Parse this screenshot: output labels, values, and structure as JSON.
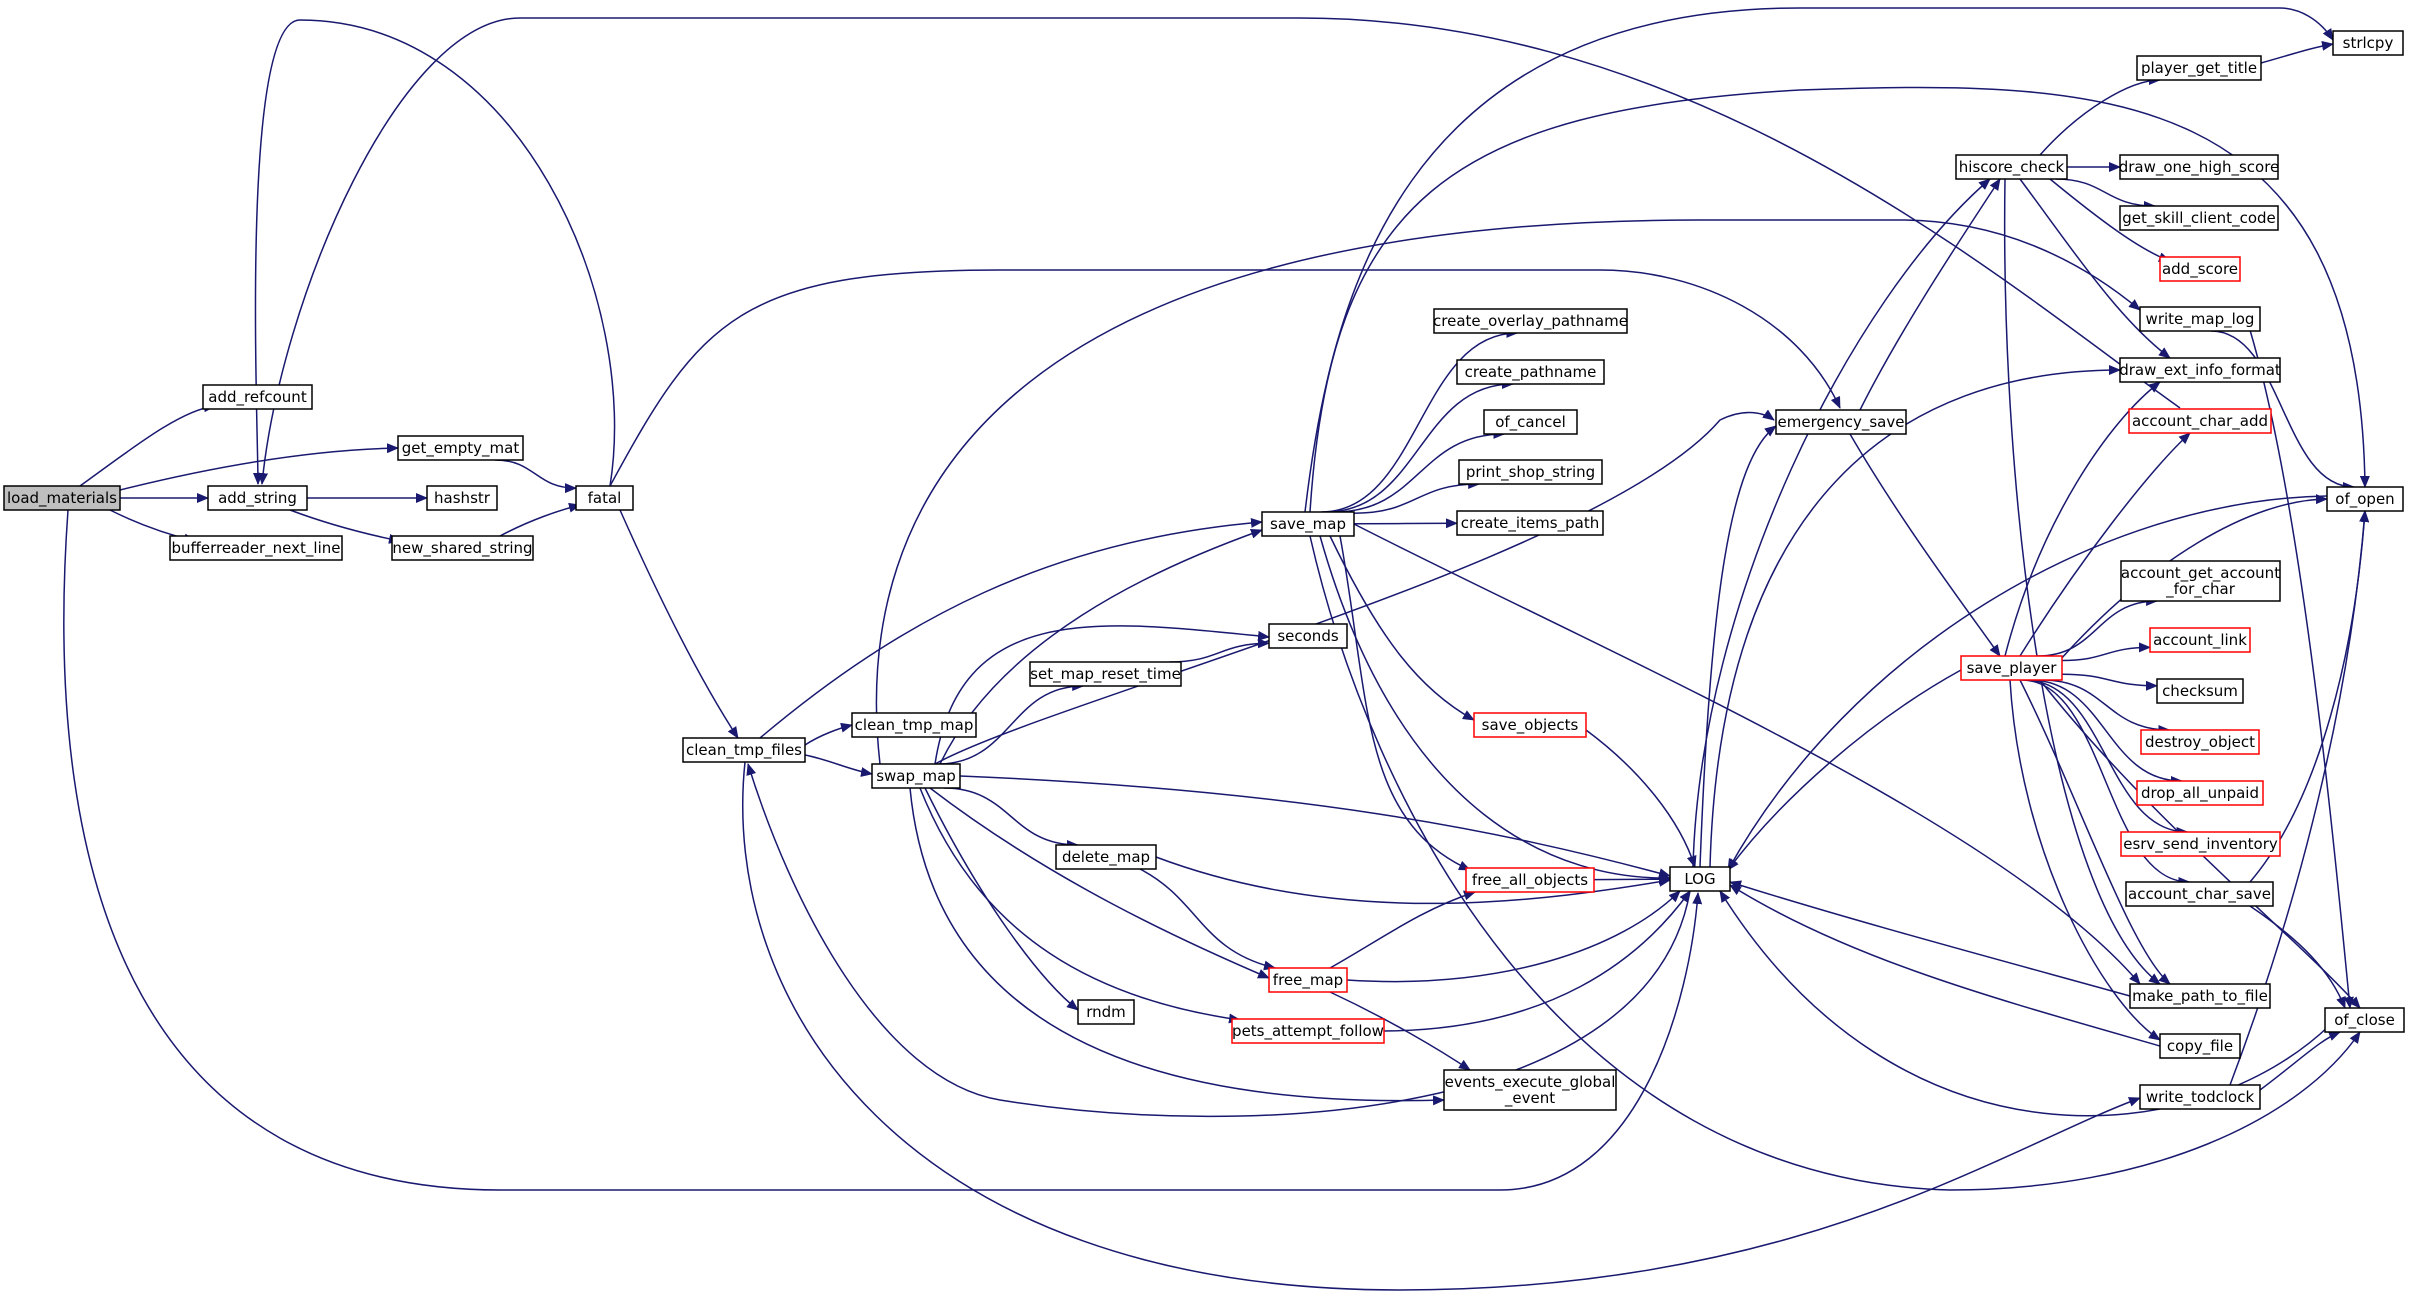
{
  "colors": {
    "edge": "#191970",
    "node_border": "#000000",
    "node_border_truncated": "#ff0000",
    "root_fill": "#bfbfbf",
    "node_fill": "#ffffff",
    "text": "#000000"
  },
  "nodes": [
    {
      "id": "load_materials",
      "label": [
        "load_materials"
      ],
      "kind": "root"
    },
    {
      "id": "add_refcount",
      "label": [
        "add_refcount"
      ],
      "kind": "normal"
    },
    {
      "id": "get_empty_mat",
      "label": [
        "get_empty_mat"
      ],
      "kind": "normal"
    },
    {
      "id": "add_string",
      "label": [
        "add_string"
      ],
      "kind": "normal"
    },
    {
      "id": "hashstr",
      "label": [
        "hashstr"
      ],
      "kind": "normal"
    },
    {
      "id": "bufferreader_next_line",
      "label": [
        "bufferreader_next_line"
      ],
      "kind": "normal"
    },
    {
      "id": "new_shared_string",
      "label": [
        "new_shared_string"
      ],
      "kind": "normal"
    },
    {
      "id": "fatal",
      "label": [
        "fatal"
      ],
      "kind": "normal"
    },
    {
      "id": "clean_tmp_files",
      "label": [
        "clean_tmp_files"
      ],
      "kind": "normal"
    },
    {
      "id": "clean_tmp_map",
      "label": [
        "clean_tmp_map"
      ],
      "kind": "normal"
    },
    {
      "id": "swap_map",
      "label": [
        "swap_map"
      ],
      "kind": "normal"
    },
    {
      "id": "set_map_reset_time",
      "label": [
        "set_map_reset_time"
      ],
      "kind": "normal"
    },
    {
      "id": "delete_map",
      "label": [
        "delete_map"
      ],
      "kind": "normal"
    },
    {
      "id": "rndm",
      "label": [
        "rndm"
      ],
      "kind": "normal"
    },
    {
      "id": "save_map",
      "label": [
        "save_map"
      ],
      "kind": "normal"
    },
    {
      "id": "seconds",
      "label": [
        "seconds"
      ],
      "kind": "normal"
    },
    {
      "id": "create_overlay_pathname",
      "label": [
        "create_overlay_pathname"
      ],
      "kind": "normal"
    },
    {
      "id": "create_pathname",
      "label": [
        "create_pathname"
      ],
      "kind": "normal"
    },
    {
      "id": "of_cancel",
      "label": [
        "of_cancel"
      ],
      "kind": "normal"
    },
    {
      "id": "print_shop_string",
      "label": [
        "print_shop_string"
      ],
      "kind": "normal"
    },
    {
      "id": "create_items_path",
      "label": [
        "create_items_path"
      ],
      "kind": "normal"
    },
    {
      "id": "save_objects",
      "label": [
        "save_objects"
      ],
      "kind": "truncated"
    },
    {
      "id": "free_all_objects",
      "label": [
        "free_all_objects"
      ],
      "kind": "truncated"
    },
    {
      "id": "free_map",
      "label": [
        "free_map"
      ],
      "kind": "truncated"
    },
    {
      "id": "pets_attempt_follow",
      "label": [
        "pets_attempt_follow"
      ],
      "kind": "truncated"
    },
    {
      "id": "events_execute_global_event",
      "label": [
        "events_execute_global",
        "_event"
      ],
      "kind": "normal"
    },
    {
      "id": "LOG",
      "label": [
        "LOG"
      ],
      "kind": "normal"
    },
    {
      "id": "emergency_save",
      "label": [
        "emergency_save"
      ],
      "kind": "normal"
    },
    {
      "id": "hiscore_check",
      "label": [
        "hiscore_check"
      ],
      "kind": "normal"
    },
    {
      "id": "save_player",
      "label": [
        "save_player"
      ],
      "kind": "truncated"
    },
    {
      "id": "player_get_title",
      "label": [
        "player_get_title"
      ],
      "kind": "normal"
    },
    {
      "id": "strlcpy",
      "label": [
        "strlcpy"
      ],
      "kind": "normal"
    },
    {
      "id": "draw_one_high_score",
      "label": [
        "draw_one_high_score"
      ],
      "kind": "normal"
    },
    {
      "id": "get_skill_client_code",
      "label": [
        "get_skill_client_code"
      ],
      "kind": "normal"
    },
    {
      "id": "add_score",
      "label": [
        "add_score"
      ],
      "kind": "truncated"
    },
    {
      "id": "write_map_log",
      "label": [
        "write_map_log"
      ],
      "kind": "normal"
    },
    {
      "id": "draw_ext_info_format",
      "label": [
        "draw_ext_info_format"
      ],
      "kind": "normal"
    },
    {
      "id": "account_char_add",
      "label": [
        "account_char_add"
      ],
      "kind": "truncated"
    },
    {
      "id": "account_get_account_for_char",
      "label": [
        "account_get_account",
        "_for_char"
      ],
      "kind": "normal"
    },
    {
      "id": "account_link",
      "label": [
        "account_link"
      ],
      "kind": "truncated"
    },
    {
      "id": "checksum",
      "label": [
        "checksum"
      ],
      "kind": "normal"
    },
    {
      "id": "destroy_object",
      "label": [
        "destroy_object"
      ],
      "kind": "truncated"
    },
    {
      "id": "drop_all_unpaid",
      "label": [
        "drop_all_unpaid"
      ],
      "kind": "truncated"
    },
    {
      "id": "esrv_send_inventory",
      "label": [
        "esrv_send_inventory"
      ],
      "kind": "truncated"
    },
    {
      "id": "account_char_save",
      "label": [
        "account_char_save"
      ],
      "kind": "normal"
    },
    {
      "id": "make_path_to_file",
      "label": [
        "make_path_to_file"
      ],
      "kind": "normal"
    },
    {
      "id": "copy_file",
      "label": [
        "copy_file"
      ],
      "kind": "normal"
    },
    {
      "id": "write_todclock",
      "label": [
        "write_todclock"
      ],
      "kind": "normal"
    },
    {
      "id": "of_open",
      "label": [
        "of_open"
      ],
      "kind": "normal"
    },
    {
      "id": "of_close",
      "label": [
        "of_close"
      ],
      "kind": "normal"
    }
  ],
  "edges": [
    [
      "load_materials",
      "add_refcount"
    ],
    [
      "load_materials",
      "get_empty_mat"
    ],
    [
      "load_materials",
      "add_string"
    ],
    [
      "load_materials",
      "bufferreader_next_line"
    ],
    [
      "load_materials",
      "LOG"
    ],
    [
      "get_empty_mat",
      "fatal"
    ],
    [
      "add_string",
      "hashstr"
    ],
    [
      "add_string",
      "new_shared_string"
    ],
    [
      "new_shared_string",
      "fatal"
    ],
    [
      "fatal",
      "add_string"
    ],
    [
      "fatal",
      "clean_tmp_files"
    ],
    [
      "fatal",
      "emergency_save"
    ],
    [
      "clean_tmp_files",
      "clean_tmp_map"
    ],
    [
      "clean_tmp_files",
      "swap_map"
    ],
    [
      "clean_tmp_files",
      "save_map"
    ],
    [
      "clean_tmp_files",
      "write_todclock"
    ],
    [
      "swap_map",
      "set_map_reset_time"
    ],
    [
      "swap_map",
      "delete_map"
    ],
    [
      "swap_map",
      "rndm"
    ],
    [
      "swap_map",
      "save_map"
    ],
    [
      "swap_map",
      "seconds"
    ],
    [
      "swap_map",
      "free_map"
    ],
    [
      "swap_map",
      "pets_attempt_follow"
    ],
    [
      "swap_map",
      "events_execute_global_event"
    ],
    [
      "swap_map",
      "LOG"
    ],
    [
      "swap_map",
      "emergency_save"
    ],
    [
      "swap_map",
      "write_map_log"
    ],
    [
      "set_map_reset_time",
      "seconds"
    ],
    [
      "delete_map",
      "free_map"
    ],
    [
      "delete_map",
      "LOG"
    ],
    [
      "save_map",
      "create_overlay_pathname"
    ],
    [
      "save_map",
      "create_pathname"
    ],
    [
      "save_map",
      "of_cancel"
    ],
    [
      "save_map",
      "print_shop_string"
    ],
    [
      "save_map",
      "create_items_path"
    ],
    [
      "save_map",
      "save_objects"
    ],
    [
      "save_map",
      "free_all_objects"
    ],
    [
      "save_map",
      "LOG"
    ],
    [
      "save_map",
      "make_path_to_file"
    ],
    [
      "save_map",
      "of_open"
    ],
    [
      "save_map",
      "of_close"
    ],
    [
      "save_map",
      "strlcpy"
    ],
    [
      "save_objects",
      "LOG"
    ],
    [
      "free_all_objects",
      "LOG"
    ],
    [
      "free_map",
      "free_all_objects"
    ],
    [
      "free_map",
      "LOG"
    ],
    [
      "free_map",
      "events_execute_global_event"
    ],
    [
      "pets_attempt_follow",
      "LOG"
    ],
    [
      "LOG",
      "clean_tmp_files"
    ],
    [
      "LOG",
      "emergency_save"
    ],
    [
      "LOG",
      "hiscore_check"
    ],
    [
      "LOG",
      "draw_ext_info_format"
    ],
    [
      "emergency_save",
      "hiscore_check"
    ],
    [
      "emergency_save",
      "save_player"
    ],
    [
      "hiscore_check",
      "player_get_title"
    ],
    [
      "hiscore_check",
      "draw_one_high_score"
    ],
    [
      "hiscore_check",
      "get_skill_client_code"
    ],
    [
      "hiscore_check",
      "add_score"
    ],
    [
      "hiscore_check",
      "draw_ext_info_format"
    ],
    [
      "hiscore_check",
      "make_path_to_file"
    ],
    [
      "player_get_title",
      "strlcpy"
    ],
    [
      "write_map_log",
      "of_open"
    ],
    [
      "write_map_log",
      "of_close"
    ],
    [
      "account_char_add",
      "add_string"
    ],
    [
      "save_player",
      "LOG"
    ],
    [
      "save_player",
      "draw_ext_info_format"
    ],
    [
      "save_player",
      "account_char_add"
    ],
    [
      "save_player",
      "of_open"
    ],
    [
      "save_player",
      "account_get_account_for_char"
    ],
    [
      "save_player",
      "account_link"
    ],
    [
      "save_player",
      "checksum"
    ],
    [
      "save_player",
      "destroy_object"
    ],
    [
      "save_player",
      "drop_all_unpaid"
    ],
    [
      "save_player",
      "esrv_send_inventory"
    ],
    [
      "save_player",
      "account_char_save"
    ],
    [
      "save_player",
      "make_path_to_file"
    ],
    [
      "save_player",
      "copy_file"
    ],
    [
      "save_player",
      "of_close"
    ],
    [
      "account_char_save",
      "of_open"
    ],
    [
      "account_char_save",
      "of_close"
    ],
    [
      "make_path_to_file",
      "LOG"
    ],
    [
      "copy_file",
      "LOG"
    ],
    [
      "of_open",
      "LOG"
    ],
    [
      "of_close",
      "LOG"
    ],
    [
      "write_todclock",
      "of_open"
    ],
    [
      "write_todclock",
      "of_close"
    ]
  ]
}
